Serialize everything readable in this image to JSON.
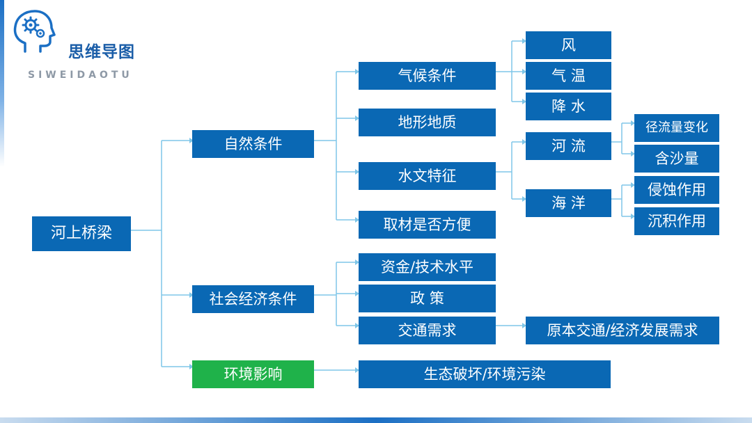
{
  "logo": {
    "title": "思维导图",
    "subtitle": "SIWEIDAOTU",
    "icon": "head-with-gears-icon"
  },
  "colors": {
    "node_fill": "#0a68b4",
    "highlight_fill": "#1fb24a",
    "connector": "#7fc6e8"
  },
  "root": {
    "label": "河上桥梁"
  },
  "branches": {
    "natural": {
      "label": "自然条件",
      "climate": {
        "label": "气候条件",
        "items": [
          "风",
          "气 温",
          "降 水"
        ]
      },
      "terrain": {
        "label": "地形地质"
      },
      "hydrology": {
        "label": "水文特征",
        "river": {
          "label": "河 流",
          "items": [
            "径流量变化",
            "含沙量"
          ]
        },
        "ocean": {
          "label": "海 洋",
          "items": [
            "侵蚀作用",
            "沉积作用"
          ]
        }
      },
      "materials": {
        "label": "取材是否方便"
      }
    },
    "socioeconomic": {
      "label": "社会经济条件",
      "funding": {
        "label": "资金/技术水平"
      },
      "policy": {
        "label": "政  策"
      },
      "transport": {
        "label": "交通需求",
        "detail": "原本交通/经济发展需求"
      }
    },
    "environment": {
      "label": "环境影响",
      "detail": "生态破坏/环境污染"
    }
  }
}
